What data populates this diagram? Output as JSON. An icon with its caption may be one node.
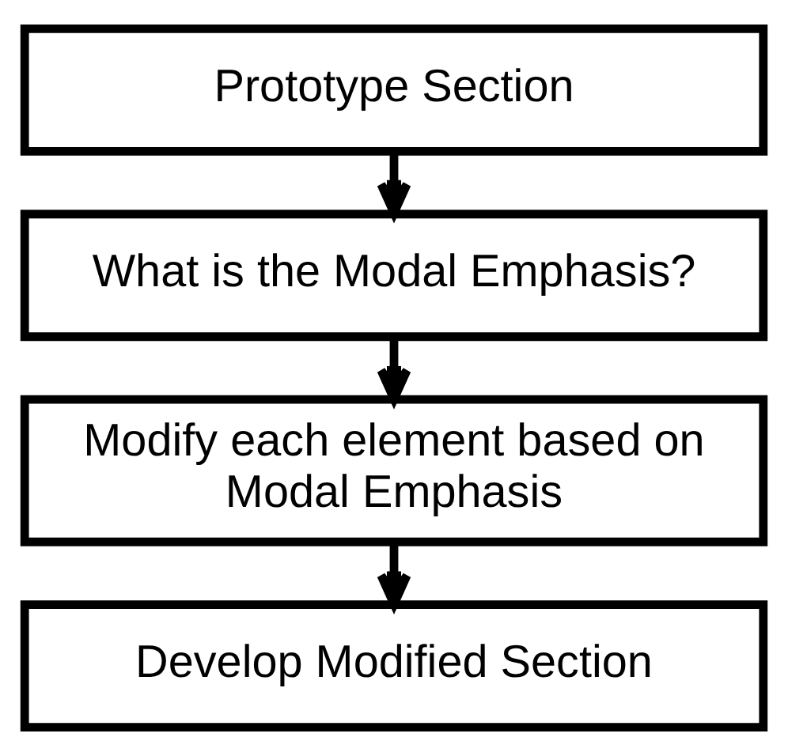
{
  "diagram": {
    "nodes": [
      {
        "text": [
          "Prototype Section"
        ]
      },
      {
        "text": [
          "What is the Modal Emphasis?"
        ]
      },
      {
        "text": [
          "Modify each element based on Modal Emphasis"
        ]
      },
      {
        "text": [
          "Develop Modified Section"
        ]
      }
    ],
    "edges": [
      {
        "from": 0,
        "to": 1,
        "arrow": "to"
      },
      {
        "from": 1,
        "to": 2,
        "arrow": "to"
      },
      {
        "from": 2,
        "to": 3,
        "arrow": "to"
      }
    ]
  }
}
